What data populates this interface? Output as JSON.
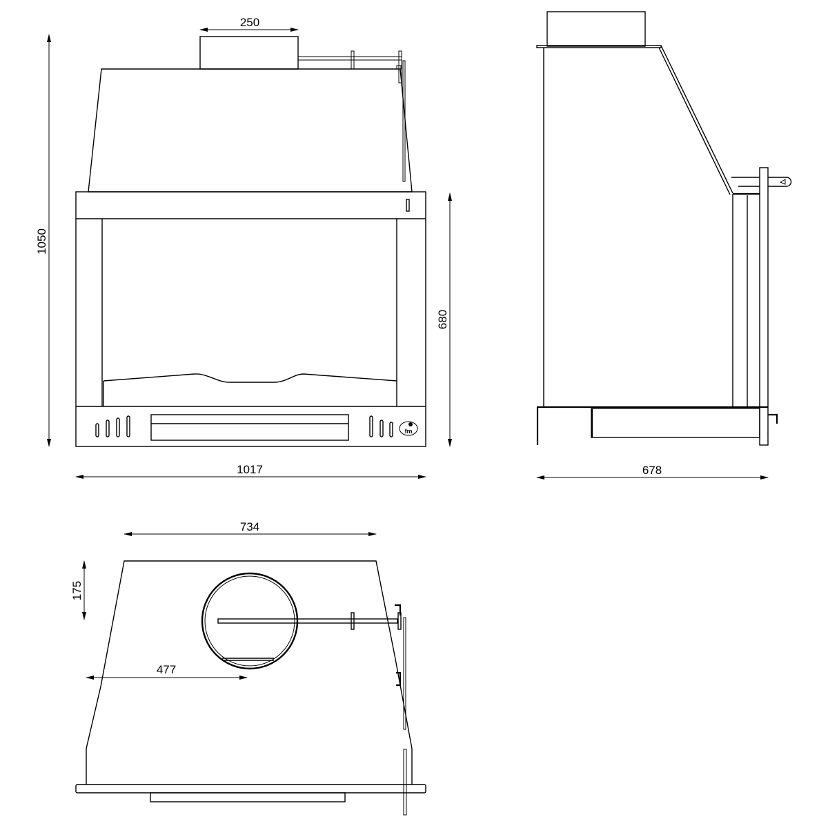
{
  "drawing": {
    "front_view": {
      "dimensions": {
        "flue_width": "250",
        "total_height": "1050",
        "frame_height": "680",
        "frame_width": "1017"
      }
    },
    "side_view": {
      "dimensions": {
        "depth": "678"
      }
    },
    "top_view": {
      "dimensions": {
        "hood_width": "734",
        "flue_offset_depth": "175",
        "flue_offset_side": "477"
      }
    },
    "logo": {
      "text": "fm",
      "icon": "brand-logo-icon"
    },
    "colors": {
      "line": "#000000",
      "background": "#ffffff"
    }
  }
}
